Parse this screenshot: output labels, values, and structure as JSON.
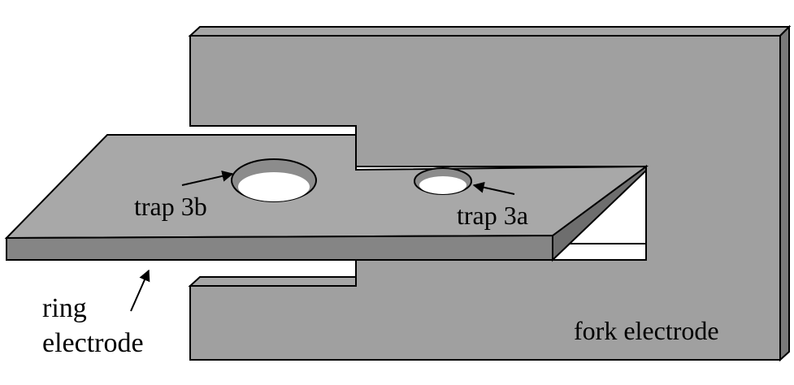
{
  "labels": {
    "trap_3b": "trap 3b",
    "trap_3a": "trap 3a",
    "ring_line1": "ring",
    "ring_line2": "electrode",
    "fork": "fork electrode"
  },
  "colors": {
    "fork_face": "#a0a0a0",
    "fork_top": "#a6a6a6",
    "fork_side": "#7a7a7a",
    "plate_top": "#a8a8a8",
    "plate_front": "#858585",
    "plate_side": "#6e6e6e",
    "hole_inner": "#8c8c8c",
    "hole_opening": "#ffffff"
  }
}
